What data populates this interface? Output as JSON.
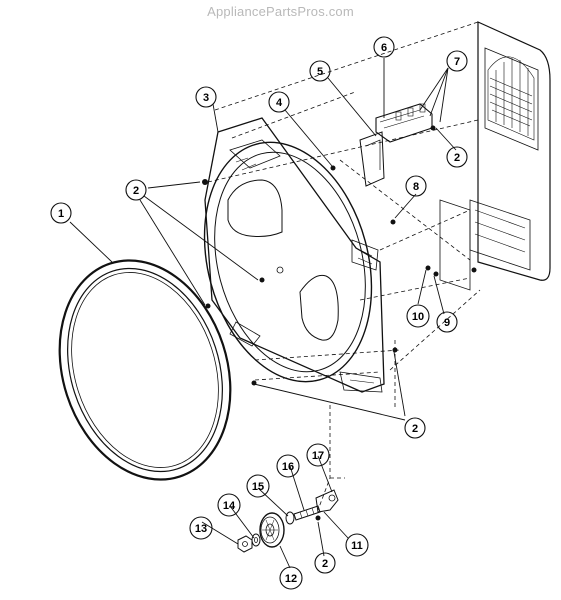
{
  "watermark": "AppliancePartsPros.com",
  "callouts": [
    {
      "id": "1",
      "label": "1"
    },
    {
      "id": "2a",
      "label": "2"
    },
    {
      "id": "2b",
      "label": "2"
    },
    {
      "id": "2c",
      "label": "2"
    },
    {
      "id": "2d",
      "label": "2"
    },
    {
      "id": "3",
      "label": "3"
    },
    {
      "id": "4",
      "label": "4"
    },
    {
      "id": "5",
      "label": "5"
    },
    {
      "id": "6",
      "label": "6"
    },
    {
      "id": "7",
      "label": "7"
    },
    {
      "id": "8",
      "label": "8"
    },
    {
      "id": "9",
      "label": "9"
    },
    {
      "id": "10",
      "label": "10"
    },
    {
      "id": "11",
      "label": "11"
    },
    {
      "id": "12",
      "label": "12"
    },
    {
      "id": "13",
      "label": "13"
    },
    {
      "id": "14",
      "label": "14"
    },
    {
      "id": "15",
      "label": "15"
    },
    {
      "id": "16",
      "label": "16"
    },
    {
      "id": "17",
      "label": "17"
    }
  ]
}
